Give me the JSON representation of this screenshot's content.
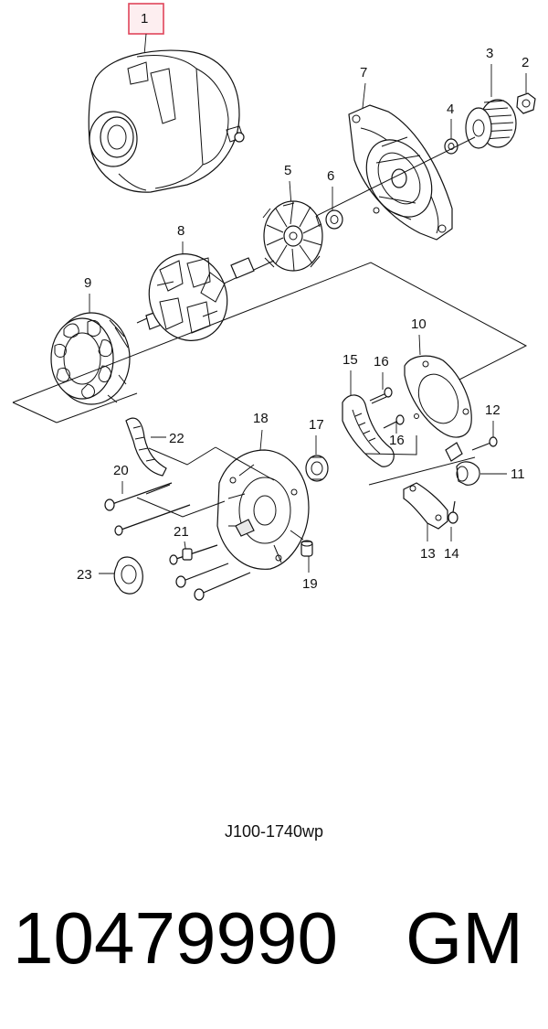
{
  "callouts": {
    "c1": "1",
    "c2": "2",
    "c3": "3",
    "c4": "4",
    "c5": "5",
    "c6": "6",
    "c7": "7",
    "c8": "8",
    "c9": "9",
    "c10": "10",
    "c11": "11",
    "c12": "12",
    "c13": "13",
    "c14": "14",
    "c15": "15",
    "c16a": "16",
    "c16b": "16",
    "c17": "17",
    "c18": "18",
    "c19": "19",
    "c20": "20",
    "c21": "21",
    "c22": "22",
    "c23": "23"
  },
  "highlight_color": "#e0455a",
  "drawing_code": "J100-1740wp",
  "part_number": "10479990",
  "brand": "GM"
}
